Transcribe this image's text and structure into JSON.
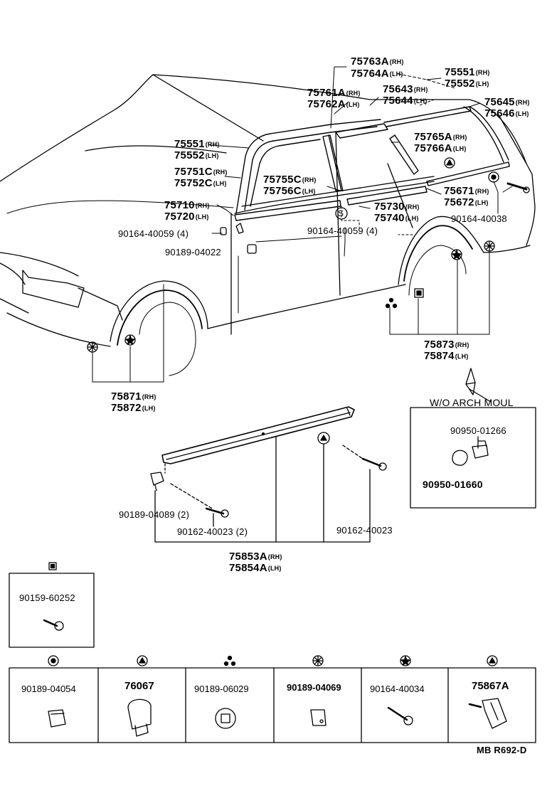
{
  "labels": {
    "p75763": {
      "num": "75763A",
      "sfx": "(RH)"
    },
    "p75764": {
      "num": "75764A",
      "sfx": "(LH)"
    },
    "p75551top": {
      "num": "75551",
      "sfx": "(RH)"
    },
    "p75552top": {
      "num": "75552",
      "sfx": "(LH)"
    },
    "p75761": {
      "num": "75761A",
      "sfx": "(RH)"
    },
    "p75762": {
      "num": "75762A",
      "sfx": "(LH)"
    },
    "p75643": {
      "num": "75643",
      "sfx": "(RH)"
    },
    "p75644": {
      "num": "75644",
      "sfx": "(LH)"
    },
    "p75645": {
      "num": "75645",
      "sfx": "(RH)"
    },
    "p75646": {
      "num": "75646",
      "sfx": "(LH)"
    },
    "p75551": {
      "num": "75551",
      "sfx": "(RH)"
    },
    "p75552": {
      "num": "75552",
      "sfx": "(LH)"
    },
    "p75765": {
      "num": "75765A",
      "sfx": "(RH)"
    },
    "p75766": {
      "num": "75766A",
      "sfx": "(LH)"
    },
    "p75751": {
      "num": "75751C",
      "sfx": "(RH)"
    },
    "p75752": {
      "num": "75752C",
      "sfx": "(LH)"
    },
    "p75755": {
      "num": "75755C",
      "sfx": "(RH)"
    },
    "p75756": {
      "num": "75756C",
      "sfx": "(LH)"
    },
    "p75671": {
      "num": "75671",
      "sfx": "(RH)"
    },
    "p75672": {
      "num": "75672",
      "sfx": "(LH)"
    },
    "p75710": {
      "num": "75710",
      "sfx": "(RH)"
    },
    "p75720": {
      "num": "75720",
      "sfx": "(LH)"
    },
    "p75730": {
      "num": "75730",
      "sfx": "(RH)"
    },
    "p75740": {
      "num": "75740",
      "sfx": "(LH)"
    },
    "p75873": {
      "num": "75873",
      "sfx": "(RH)"
    },
    "p75874": {
      "num": "75874",
      "sfx": "(LH)"
    },
    "p75871": {
      "num": "75871",
      "sfx": "(RH)"
    },
    "p75872": {
      "num": "75872",
      "sfx": "(LH)"
    },
    "p75853": {
      "num": "75853A",
      "sfx": "(RH)"
    },
    "p75854": {
      "num": "75854A",
      "sfx": "(LH)"
    }
  },
  "plain": {
    "p90164_40038": "90164-40038",
    "p90164_40059a": "90164-40059 (4)",
    "p90164_40059b": "90164-40059 (4)",
    "p90189_04022": "90189-04022",
    "p90189_04089": "90189-04089 (2)",
    "p90162_40023a": "90162-40023 (2)",
    "p90162_40023b": "90162-40023",
    "wo_arch": "W/O ARCH MOUL",
    "p90950_01266": "90950-01266",
    "p90950_01660": "90950-01660",
    "p90159_60252": "90159-60252",
    "s_mark": "S",
    "ref": "MB  R692-D"
  },
  "cells": [
    {
      "part": "90189-04054",
      "symbol": "circle-dot"
    },
    {
      "part": "76067",
      "symbol": "circle-triangle"
    },
    {
      "part": "90189-06029",
      "symbol": "three-dots"
    },
    {
      "part": "90189-04069",
      "symbol": "circle-asterisk"
    },
    {
      "part": "90164-40034",
      "symbol": "circle-star"
    },
    {
      "part": "75867A",
      "symbol": "circle-triangle-small"
    }
  ]
}
